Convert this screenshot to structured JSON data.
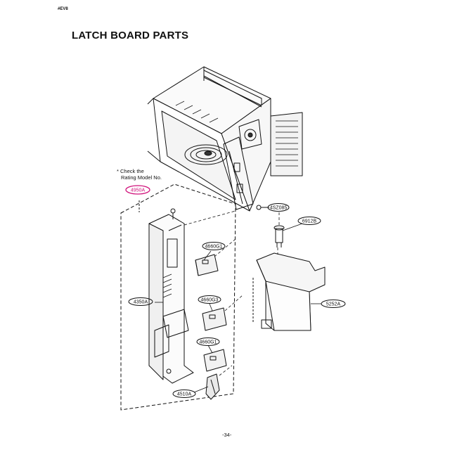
{
  "header": {
    "code": "#EV8",
    "title": "LATCH BOARD PARTS"
  },
  "note": {
    "line1": "* Check the",
    "line2": "Rating Model No."
  },
  "part_labels": {
    "highlighted": "4950A",
    "screw": "4SZ085",
    "thermo_top": "6912B",
    "switch_1": "4660G1",
    "switch_2": "4660G3",
    "switch_3": "4660G1",
    "latch_board": "4350A",
    "cover": "5252A",
    "lever": "4510A"
  },
  "footer": {
    "page_number": "-34-"
  },
  "colors": {
    "highlight": "#d0107a",
    "line": "#111111"
  }
}
